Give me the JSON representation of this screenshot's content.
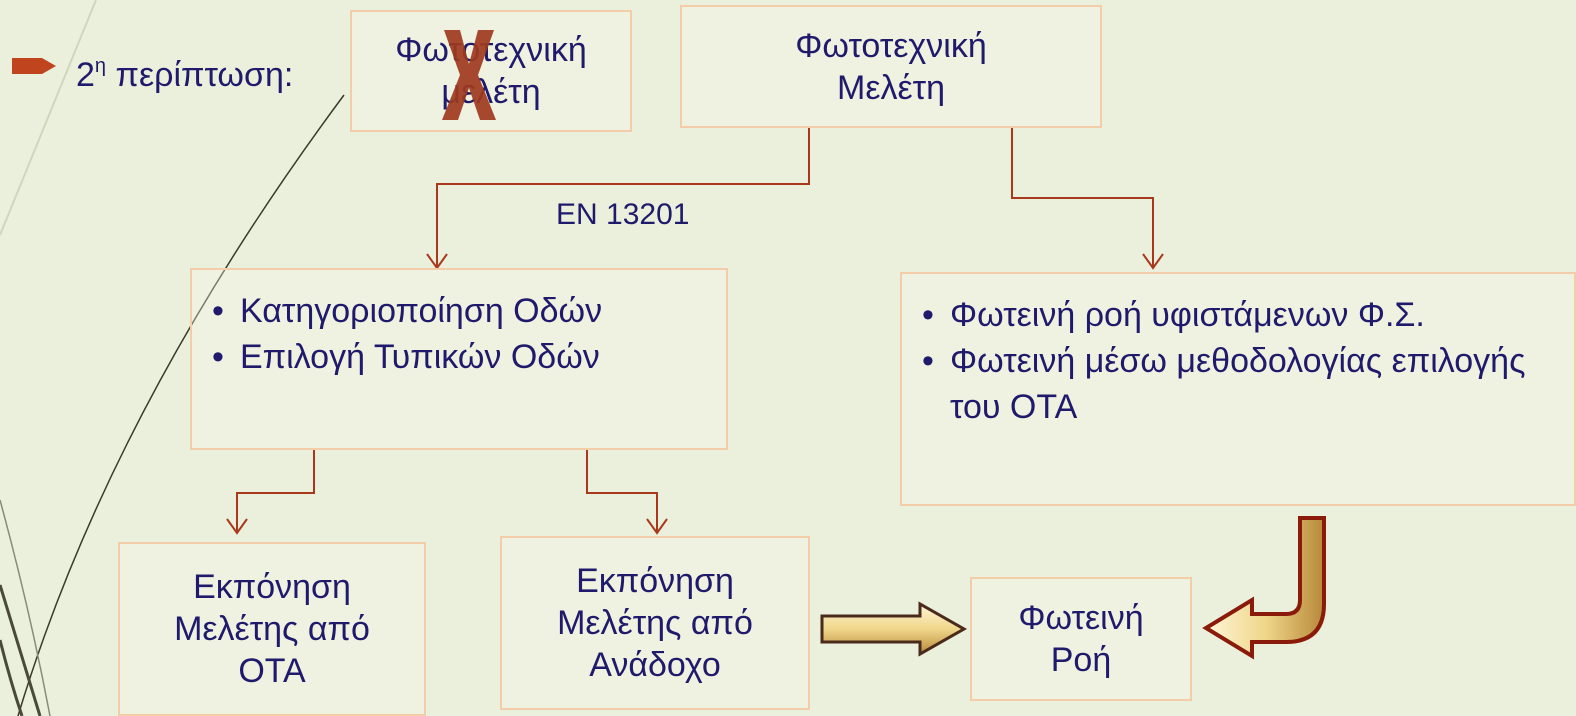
{
  "heading": {
    "prefix": "2",
    "superscript": "η",
    "suffix": " περίπτωση:"
  },
  "boxes": {
    "crossed": {
      "line1": "Φωτοτεχνική",
      "line2": "μελέτη"
    },
    "top": {
      "line1": "Φωτοτεχνική",
      "line2": "Μελέτη"
    },
    "classify": {
      "items": [
        "Κατηγοριοποίηση Οδών",
        "Επιλογή Τυπικών Οδών"
      ]
    },
    "flux": {
      "items": [
        "Φωτεινή ροή υφιστάμενων Φ.Σ.",
        "Φωτεινή μέσω μεθοδολογίας επιλογής του ΟΤΑ"
      ]
    },
    "ota": {
      "line1": "Εκπόνηση",
      "line2": "Μελέτης από",
      "line3": "ΟΤΑ"
    },
    "contractor": {
      "line1": "Εκπόνηση",
      "line2": "Μελέτης από",
      "line3": "Ανάδοχο"
    },
    "result": {
      "line1": "Φωτεινή",
      "line2": "Ροή"
    }
  },
  "connector_label": "EN 13201",
  "colors": {
    "background": "#ebf0dc",
    "text": "#1f1a6b",
    "connector": "#a8391d",
    "box_border": "#f2cda8",
    "cross": "#9e3a1e",
    "block_arrow_fill": "#f0d68a"
  }
}
